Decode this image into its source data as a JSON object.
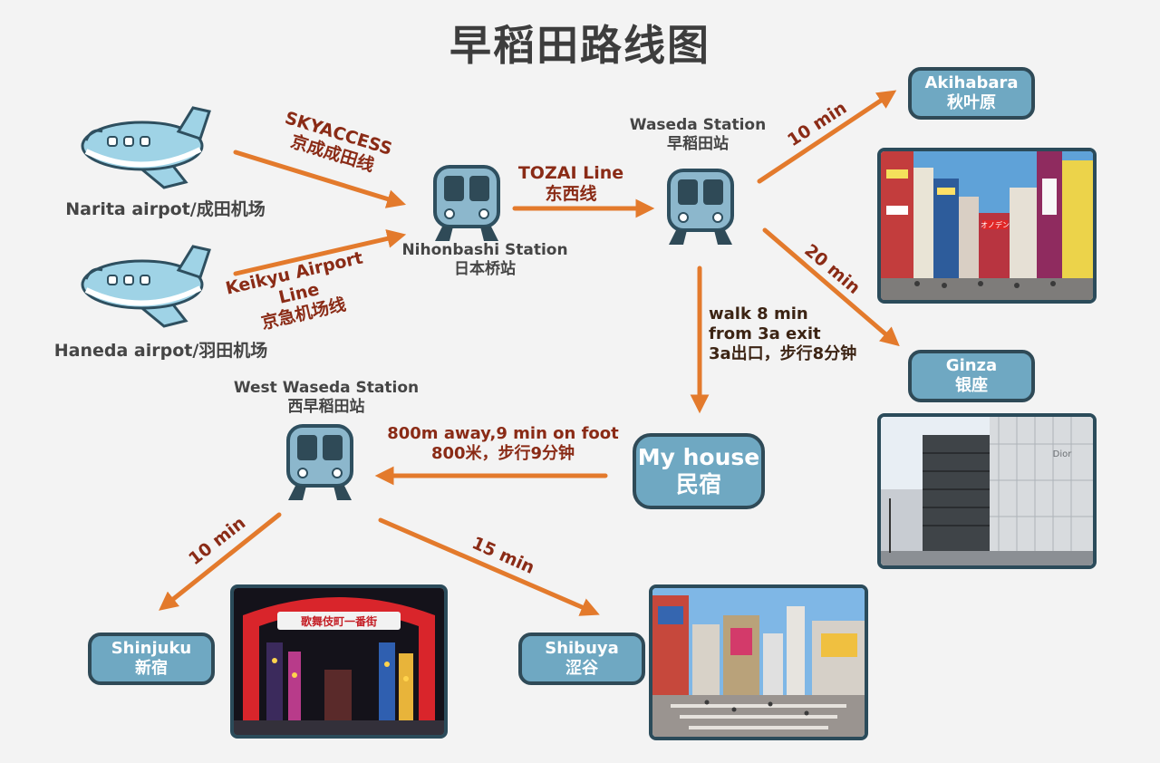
{
  "title": "早稻田路线图",
  "airports": {
    "narita": "Narita airpot/成田机场",
    "haneda": "Haneda airpot/羽田机场"
  },
  "lines": {
    "skyaccess": [
      "SKYACCESS",
      "京成成田线"
    ],
    "keikyu": [
      "Keikyu Airport Line",
      "京急机场线"
    ],
    "tozai": [
      "TOZAI Line",
      "东西线"
    ]
  },
  "stations": {
    "nihonbashi": [
      "Nihonbashi Station",
      "日本桥站"
    ],
    "waseda": [
      "Waseda Station",
      "早稻田站"
    ],
    "west_waseda": [
      "West Waseda Station",
      "西早稻田站"
    ]
  },
  "times": {
    "to_akihabara": "10 min",
    "to_ginza": "20 min",
    "to_shinjuku": "10 min",
    "to_shibuya": "15 min"
  },
  "walk_note": [
    "walk 8 min",
    "from 3a exit",
    "3a出口，步行8分钟"
  ],
  "house_note": [
    "800m away,9 min on foot",
    "800米，步行9分钟"
  ],
  "destinations": {
    "akihabara": [
      "Akihabara",
      "秋叶原"
    ],
    "ginza": [
      "Ginza",
      "银座"
    ],
    "shinjuku": [
      "Shinjuku",
      "新宿"
    ],
    "shibuya": [
      "Shibuya",
      "涩谷"
    ],
    "house": [
      "My house",
      "民宿"
    ]
  },
  "colors": {
    "arrow": "#e37a2c",
    "pill_fill": "#6fa8c2",
    "pill_border": "#2f4a57",
    "train_body": "#8cb7cc",
    "plane_body": "#9fd3e6"
  },
  "photo_signs": {
    "akihabara": "オノデン",
    "ginza": "Dior",
    "shinjuku": "歌舞伎町一番街"
  }
}
